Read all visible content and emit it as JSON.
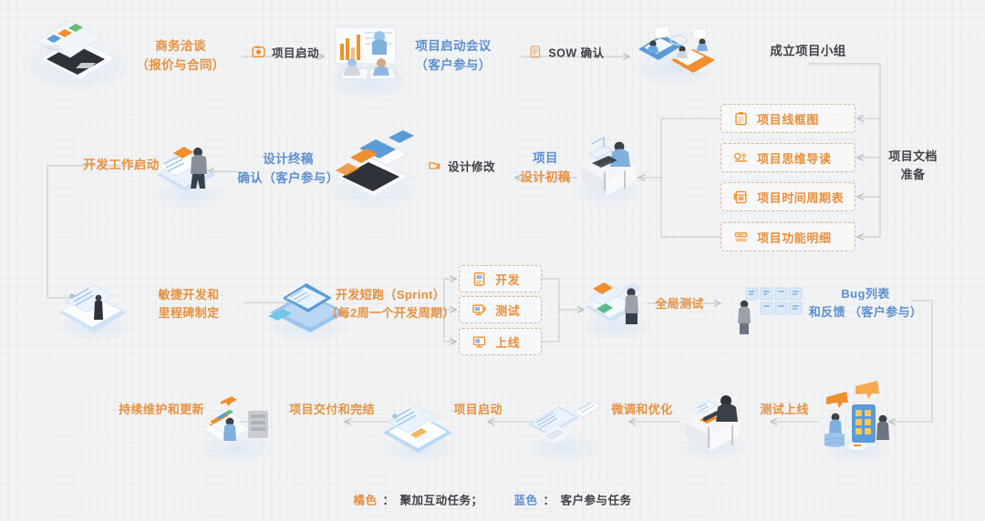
{
  "meta": {
    "title": "项目流程图",
    "colors": {
      "orange": "#e6913f",
      "blue": "#5d8fd0",
      "dark": "#3d4045",
      "background": "#f2f3f4",
      "line": "#c9cacb",
      "box_border": "#d8b893"
    }
  },
  "legend": {
    "orange_swatch": "橘色",
    "orange_sep": "：",
    "orange_text": "聚加互动任务；",
    "blue_swatch": "蓝色",
    "blue_sep": "：",
    "blue_text": "客户参与任务"
  },
  "stages": [
    {
      "id": "business-negotiation",
      "line1": "商务洽谈",
      "line2": "（报价与合同）",
      "color": "orange"
    },
    {
      "id": "kickoff-meeting",
      "line1": "项目启动会议",
      "line2": "（客户参与）",
      "color": "blue"
    },
    {
      "id": "form-project-team",
      "line1": "成立项目小组",
      "line2": "",
      "color": "dark"
    },
    {
      "id": "project-docs-prep",
      "line1": "项目文档",
      "line2": "准备",
      "color": "dark"
    },
    {
      "id": "project-design-draft",
      "line1": "项目",
      "line2": "设计初稿",
      "color": "mixed"
    },
    {
      "id": "final-design-confirm",
      "line1": "设计终稿",
      "line2": "确认（客户参与）",
      "color": "blue"
    },
    {
      "id": "dev-work-start",
      "line1": "开发工作启动",
      "line2": "",
      "color": "orange"
    },
    {
      "id": "agile-milestones",
      "line1": "敏捷开发和",
      "line2": "里程碑制定",
      "color": "orange"
    },
    {
      "id": "dev-sprint",
      "line1": "开发短跑（Sprint）",
      "line2": "（每2周一个开发周期）",
      "color": "orange"
    },
    {
      "id": "global-test",
      "line1": "全局测试",
      "line2": "",
      "color": "orange"
    },
    {
      "id": "bug-list-feedback",
      "line1": "Bug列表",
      "line2": "和反馈 （客户参与）",
      "color": "blue"
    },
    {
      "id": "test-release",
      "line1": "测试上线",
      "line2": "",
      "color": "orange"
    },
    {
      "id": "tune-optimize",
      "line1": "微调和优化",
      "line2": "",
      "color": "orange"
    },
    {
      "id": "project-launch-bottom",
      "line1": "项目启动",
      "line2": "",
      "color": "orange"
    },
    {
      "id": "delivery-closure",
      "line1": "项目交付和完结",
      "line2": "",
      "color": "orange"
    },
    {
      "id": "maintenance-updates",
      "line1": "持续维护和更新",
      "line2": "",
      "color": "orange"
    }
  ],
  "captions": [
    {
      "id": "project-kickoff",
      "label": "项目启动",
      "icon": "folder-icon"
    },
    {
      "id": "sow-confirm",
      "label": "SOW 确认",
      "icon": "contract-icon"
    },
    {
      "id": "design-revision",
      "label": "设计修改",
      "icon": "edit-doc-icon"
    }
  ],
  "doc_boxes": [
    {
      "id": "wireframe",
      "label": "项目线框图",
      "icon": "clipboard-icon"
    },
    {
      "id": "mindmap",
      "label": "项目思维导读",
      "icon": "mindmap-icon"
    },
    {
      "id": "timeline",
      "label": "项目时间周期表",
      "icon": "calendar-icon"
    },
    {
      "id": "feature-list",
      "label": "项目功能明细",
      "icon": "list-icon"
    }
  ],
  "sprint_boxes": [
    {
      "id": "develop",
      "label": "开发",
      "icon": "code-doc-icon"
    },
    {
      "id": "test",
      "label": "测试",
      "icon": "monitor-test-icon"
    },
    {
      "id": "release",
      "label": "上线",
      "icon": "monitor-release-icon"
    }
  ],
  "illustrations": [
    {
      "id": "laptop-dashboard",
      "name": "laptop-dashboard-illustration"
    },
    {
      "id": "meeting-room",
      "name": "meeting-presentation-illustration"
    },
    {
      "id": "team-desks",
      "name": "team-workstations-illustration"
    },
    {
      "id": "designer-desk",
      "name": "designer-at-desk-illustration"
    },
    {
      "id": "laptop-design",
      "name": "laptop-design-files-illustration"
    },
    {
      "id": "dev-screen",
      "name": "developer-at-screen-illustration"
    },
    {
      "id": "doc-board",
      "name": "document-board-illustration"
    },
    {
      "id": "laptop-code",
      "name": "laptop-coding-illustration"
    },
    {
      "id": "tester-desk",
      "name": "tester-workstation-illustration"
    },
    {
      "id": "bug-board",
      "name": "person-at-task-board-illustration"
    },
    {
      "id": "mobile-launch",
      "name": "mobile-launch-illustration"
    },
    {
      "id": "desk-work",
      "name": "person-at-desk-illustration"
    },
    {
      "id": "monitor-pair",
      "name": "monitor-and-tablet-illustration"
    },
    {
      "id": "delivery-laptop",
      "name": "delivery-laptop-illustration"
    },
    {
      "id": "maintenance-screen",
      "name": "maintenance-server-illustration"
    }
  ]
}
